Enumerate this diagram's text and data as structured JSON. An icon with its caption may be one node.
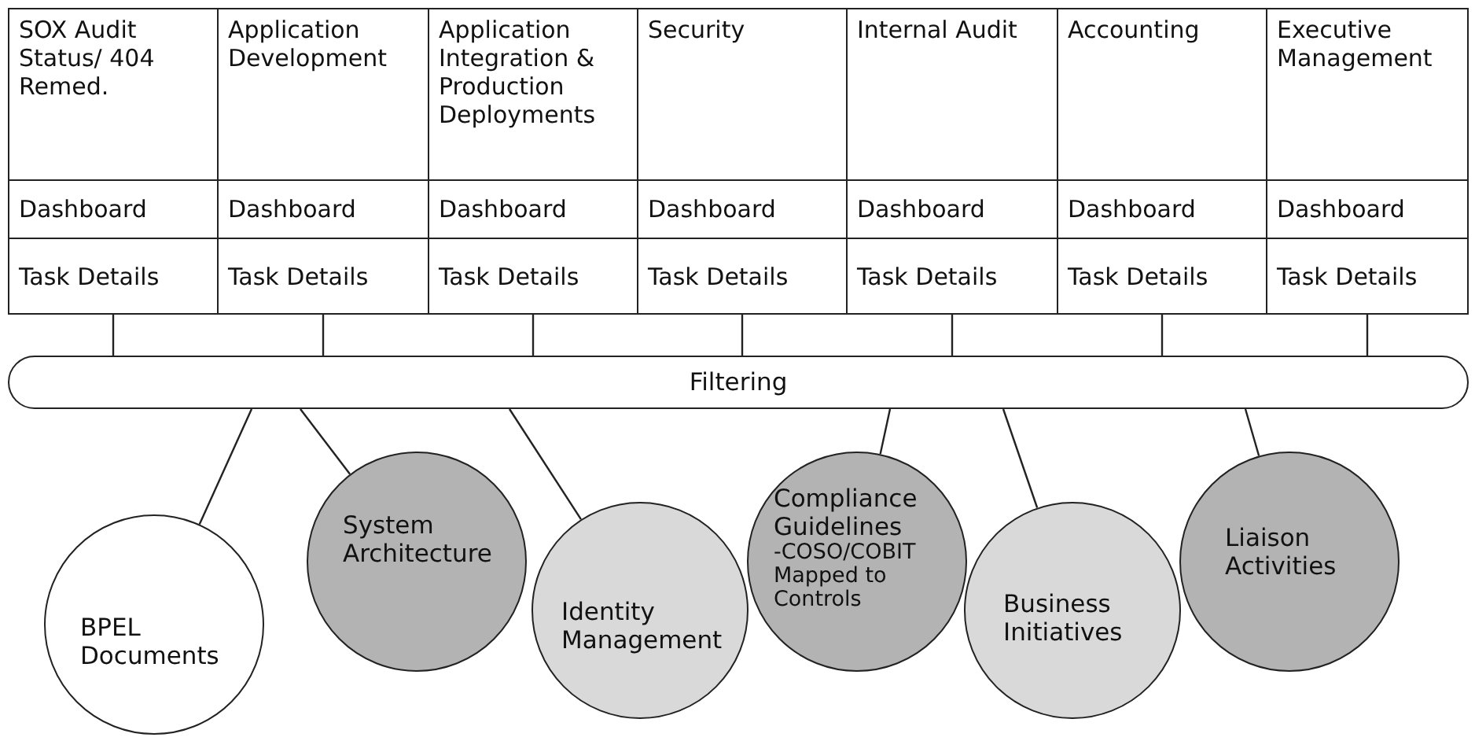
{
  "diagram": {
    "nodes": [
      {
        "text": [
          "SOX Audit Status/ 404 Remed."
        ]
      },
      {
        "text": [
          "Dashboard"
        ]
      },
      {
        "text": [
          "Task Details"
        ]
      },
      {
        "text": [
          "Application Development"
        ]
      },
      {
        "text": [
          "Dashboard"
        ]
      },
      {
        "text": [
          "Task Details"
        ]
      },
      {
        "text": [
          "Application Integration & Production Deployments"
        ]
      },
      {
        "text": [
          "Dashboard"
        ]
      },
      {
        "text": [
          "Task Details"
        ]
      },
      {
        "text": [
          "Security"
        ]
      },
      {
        "text": [
          "Dashboard"
        ]
      },
      {
        "text": [
          "Task Details"
        ]
      },
      {
        "text": [
          "Internal Audit"
        ]
      },
      {
        "text": [
          "Dashboard"
        ]
      },
      {
        "text": [
          "Task Details"
        ]
      },
      {
        "text": [
          "Accounting"
        ]
      },
      {
        "text": [
          "Dashboard"
        ]
      },
      {
        "text": [
          "Task Details"
        ]
      },
      {
        "text": [
          "Executive Management"
        ]
      },
      {
        "text": [
          "Dashboard"
        ]
      },
      {
        "text": [
          "Task Details"
        ]
      },
      {
        "text": [
          "Filtering"
        ]
      },
      {
        "text": [
          "BPEL Documents"
        ]
      },
      {
        "text": [
          "System Architecture"
        ]
      },
      {
        "text": [
          "Identity Management"
        ]
      },
      {
        "text": [
          "Compliance Guidelines",
          "-COSO/COBIT Mapped to Controls"
        ]
      },
      {
        "text": [
          "Business Initiatives"
        ]
      },
      {
        "text": [
          "Liaison Activities"
        ]
      }
    ],
    "edges": [
      {
        "from": 2,
        "to": 21,
        "arrow": "none"
      },
      {
        "from": 5,
        "to": 21,
        "arrow": "none"
      },
      {
        "from": 8,
        "to": 21,
        "arrow": "none"
      },
      {
        "from": 11,
        "to": 21,
        "arrow": "none"
      },
      {
        "from": 14,
        "to": 21,
        "arrow": "none"
      },
      {
        "from": 17,
        "to": 21,
        "arrow": "none"
      },
      {
        "from": 20,
        "to": 21,
        "arrow": "none"
      },
      {
        "from": 21,
        "to": 22,
        "arrow": "none"
      },
      {
        "from": 21,
        "to": 23,
        "arrow": "none"
      },
      {
        "from": 21,
        "to": 24,
        "arrow": "none"
      },
      {
        "from": 21,
        "to": 25,
        "arrow": "none"
      },
      {
        "from": 21,
        "to": 26,
        "arrow": "none"
      },
      {
        "from": 21,
        "to": 27,
        "arrow": "none"
      }
    ]
  }
}
